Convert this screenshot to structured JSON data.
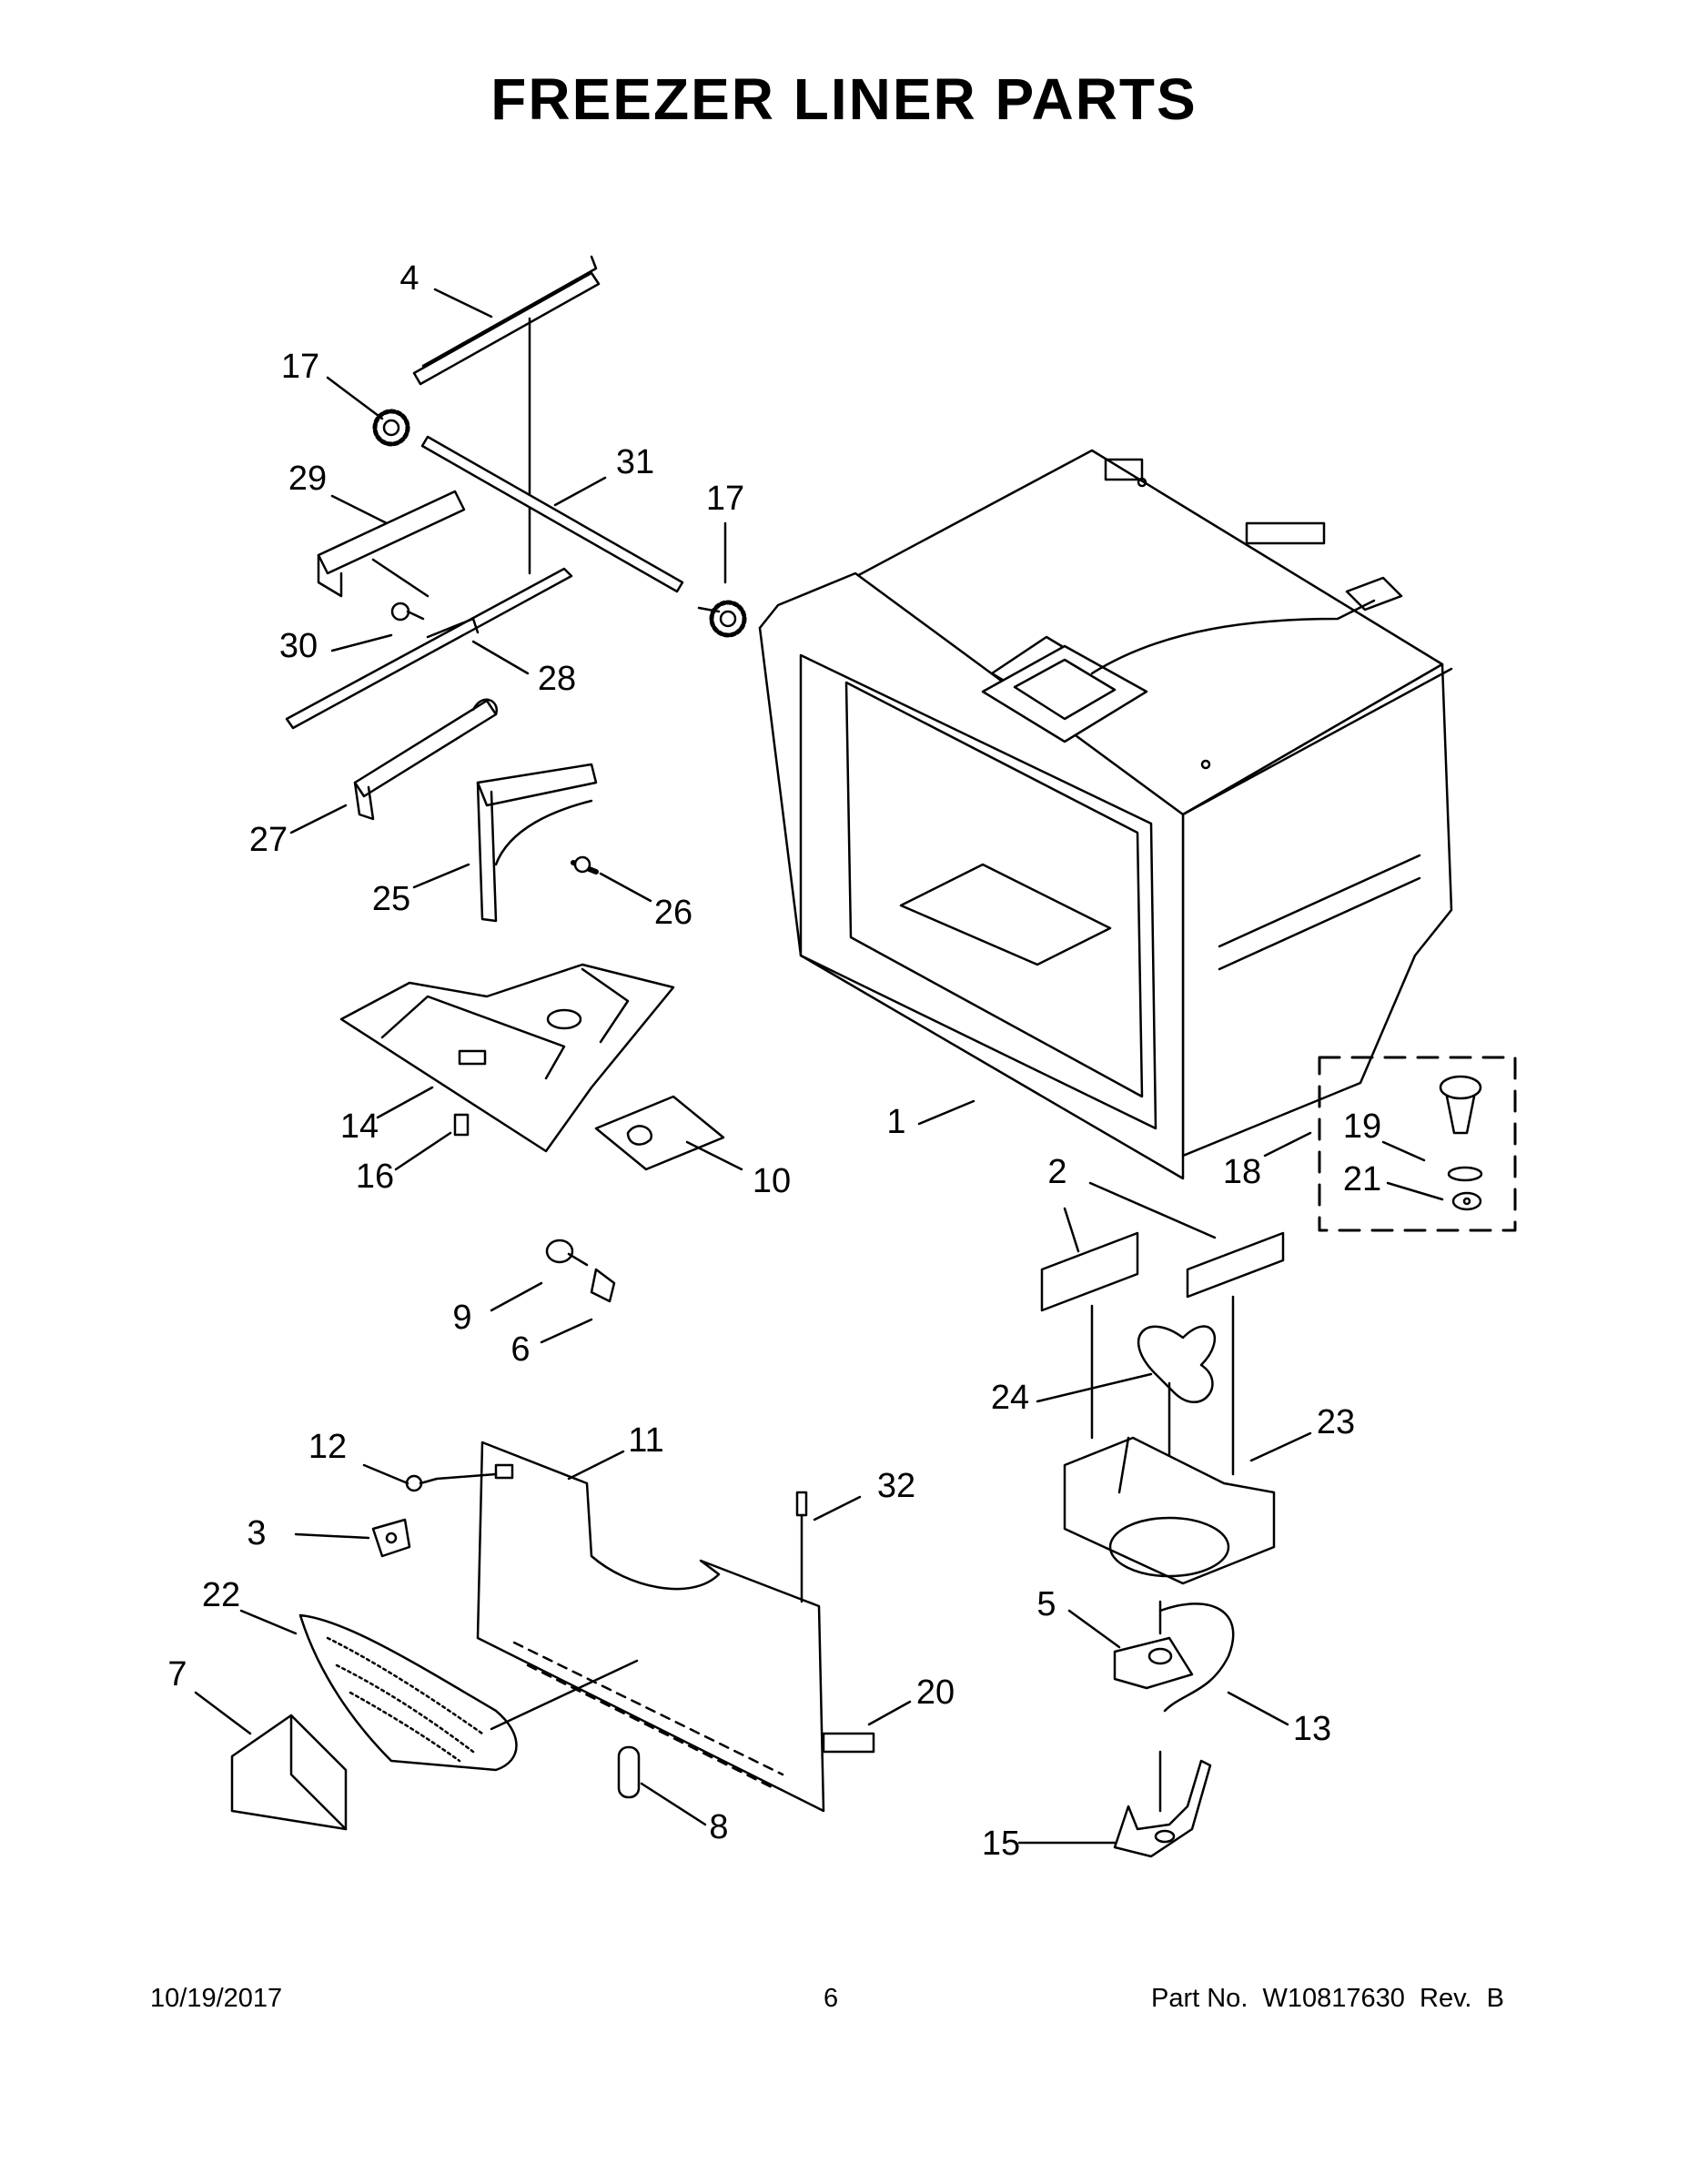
{
  "page": {
    "title": "FREEZER LINER PARTS",
    "footer_date": "10/19/2017",
    "footer_page": "6",
    "footer_part": "Part No.  W10817630  Rev.  B"
  },
  "callouts": [
    "4",
    "17",
    "29",
    "31",
    "17",
    "30",
    "28",
    "27",
    "25",
    "26",
    "14",
    "16",
    "10",
    "1",
    "18",
    "19",
    "21",
    "2",
    "9",
    "6",
    "24",
    "23",
    "12",
    "11",
    "32",
    "3",
    "22",
    "7",
    "5",
    "20",
    "13",
    "8",
    "15"
  ]
}
